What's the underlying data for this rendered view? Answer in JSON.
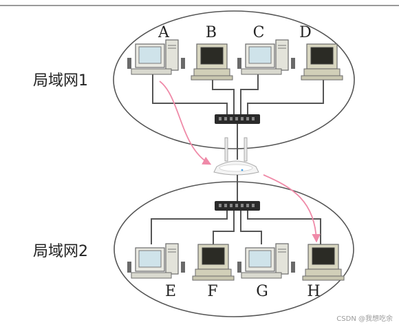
{
  "diagram": {
    "lan1": {
      "label": "局域网1",
      "computers": [
        {
          "id": "A",
          "style": "crt-light"
        },
        {
          "id": "B",
          "style": "crt-dark"
        },
        {
          "id": "C",
          "style": "crt-light"
        },
        {
          "id": "D",
          "style": "crt-dark"
        }
      ]
    },
    "lan2": {
      "label": "局域网2",
      "computers": [
        {
          "id": "E",
          "style": "crt-light"
        },
        {
          "id": "F",
          "style": "crt-dark"
        },
        {
          "id": "G",
          "style": "crt-light"
        },
        {
          "id": "H",
          "style": "crt-dark"
        }
      ]
    },
    "devices": {
      "switch_icon": "network-switch",
      "router_icon": "wireless-router"
    },
    "flow": {
      "from": "A",
      "via": "router",
      "to": "H",
      "color": "#ef8aa8"
    },
    "colors": {
      "ellipse_stroke": "#555555",
      "wire": "#555555",
      "switch_body": "#2a2a2a",
      "router_body": "#f4f4f4"
    },
    "watermark": "CSDN @我想吃余"
  }
}
